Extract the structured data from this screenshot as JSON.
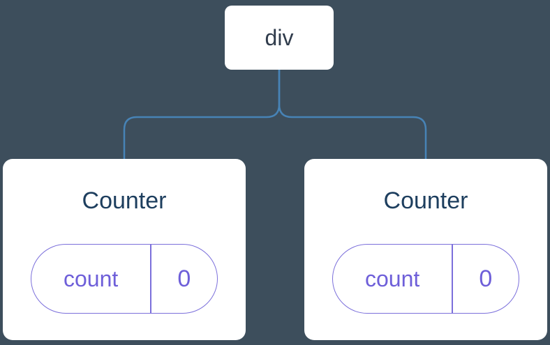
{
  "diagram": {
    "root": {
      "label": "div"
    },
    "children": [
      {
        "title": "Counter",
        "state": {
          "key": "count",
          "value": "0"
        }
      },
      {
        "title": "Counter",
        "state": {
          "key": "count",
          "value": "0"
        }
      }
    ],
    "colors": {
      "background": "#3d4e5c",
      "connector": "#4783b6",
      "card_bg": "#ffffff",
      "root_label": "#303c4c",
      "title": "#1d3e5e",
      "state_text": "#6e5fd9",
      "pill_border": "#7b6fdb"
    }
  }
}
